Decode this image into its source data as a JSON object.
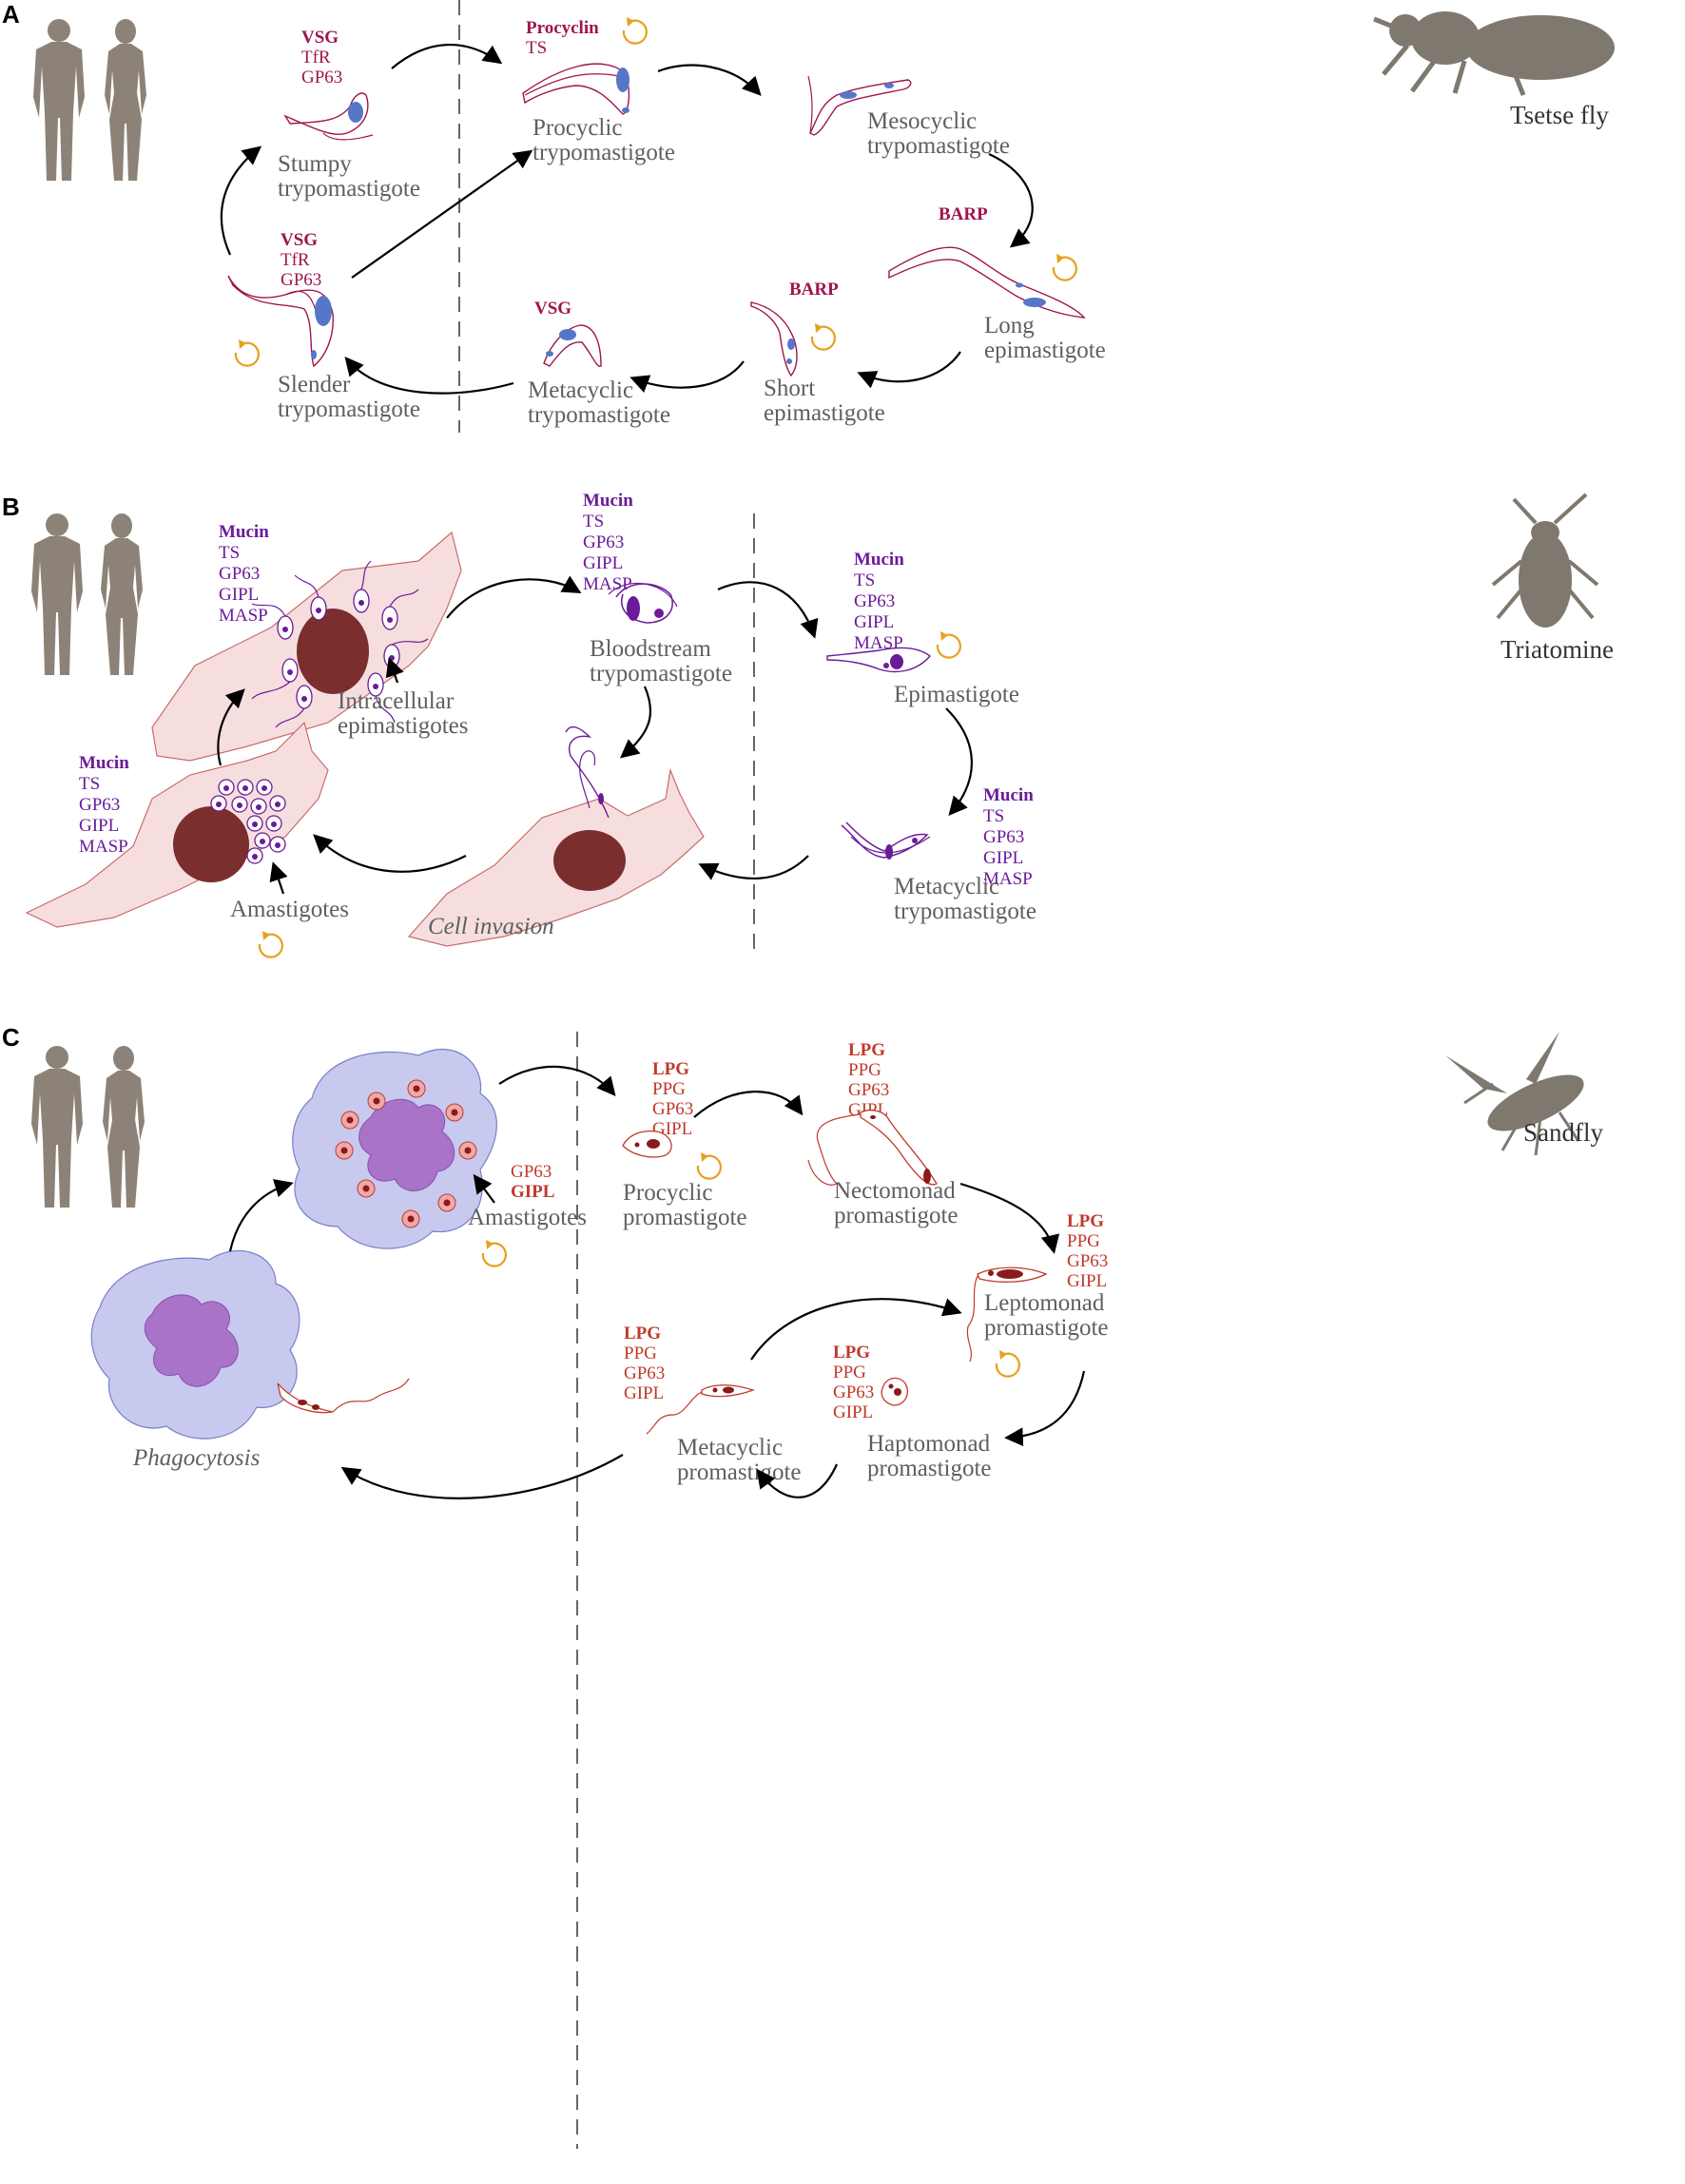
{
  "colors": {
    "trypanosoma": "#a0144e",
    "cruzi": "#6a1b9a",
    "leishmania": "#c0392b",
    "nucleus_blue": "#5577c8",
    "human": "#8c8278",
    "cell_pink": "#f6dede",
    "macrophage": "#c7c9ee",
    "macro_nucleus": "#a973c7",
    "cell_nucleus": "#7a2e2e",
    "cycle_icon": "#e8a020"
  },
  "panels": {
    "A": {
      "letter": "A",
      "host": "Tsetse fly",
      "stages": {
        "stumpy": [
          "Stumpy",
          "trypomastigote"
        ],
        "procyclic": [
          "Procyclic",
          "trypomastigote"
        ],
        "mesocyclic": [
          "Mesocyclic",
          "trypomastigote"
        ],
        "long_epi": [
          "Long",
          "epimastigote"
        ],
        "short_epi": [
          "Short",
          "epimastigote"
        ],
        "metacyclic": [
          "Metacyclic",
          "trypomastigote"
        ],
        "slender": [
          "Slender",
          "trypomastigote"
        ]
      },
      "proteins": {
        "stumpy": {
          "bold": "VSG",
          "rest": [
            "TfR",
            "GP63"
          ]
        },
        "procyclic": {
          "bold": "Procyclin",
          "rest": [
            "TS"
          ]
        },
        "long_epi": {
          "bold": "BARP",
          "rest": []
        },
        "short_epi": {
          "bold": "BARP",
          "rest": []
        },
        "metacyclic": {
          "bold": "VSG",
          "rest": []
        },
        "slender": {
          "bold": "VSG",
          "rest": [
            "TfR",
            "GP63"
          ]
        }
      }
    },
    "B": {
      "letter": "B",
      "host": "Triatomine",
      "stages": {
        "intracellular": [
          "Intracellular",
          "epimastigotes"
        ],
        "bloodstream": [
          "Bloodstream",
          "trypomastigote"
        ],
        "epimastigote": [
          "Epimastigote"
        ],
        "metacyclic": [
          "Metacyclic",
          "trypomastigote"
        ],
        "amastigotes": [
          "Amastigotes"
        ],
        "invasion": "Cell invasion"
      },
      "proteins": {
        "intracellular": {
          "bold": "Mucin",
          "rest": [
            "TS",
            "GP63",
            "GIPL",
            "MASP"
          ]
        },
        "bloodstream": {
          "bold": "Mucin",
          "rest": [
            "TS",
            "GP63",
            "GIPL",
            "MASP"
          ]
        },
        "epimastigote": {
          "bold": "Mucin",
          "rest": [
            "TS",
            "GP63",
            "GIPL",
            "MASP"
          ]
        },
        "metacyclic": {
          "bold": "Mucin",
          "rest": [
            "TS",
            "GP63",
            "GIPL",
            "MASP"
          ]
        },
        "amastigotes": {
          "bold": "Mucin",
          "rest": [
            "TS",
            "GP63",
            "GIPL",
            "MASP"
          ]
        }
      }
    },
    "C": {
      "letter": "C",
      "host": "Sandfly",
      "stages": {
        "amastigotes": [
          "Amastigotes"
        ],
        "procyclic": [
          "Procyclic",
          "promastigote"
        ],
        "nectomonad": [
          "Nectomonad",
          "promastigote"
        ],
        "leptomonad": [
          "Leptomonad",
          "promastigote"
        ],
        "haptomonad": [
          "Haptomonad",
          "promastigote"
        ],
        "metacyclic": [
          "Metacyclic",
          "promastigote"
        ],
        "phagocytosis": "Phagocytosis"
      },
      "proteins": {
        "amastigotes": {
          "top": "GP63",
          "bold": "GIPL"
        },
        "procyclic": {
          "bold": "LPG",
          "rest": [
            "PPG",
            "GP63",
            "GIPL"
          ]
        },
        "nectomonad": {
          "bold": "LPG",
          "rest": [
            "PPG",
            "GP63",
            "GIPL"
          ]
        },
        "leptomonad": {
          "bold": "LPG",
          "rest": [
            "PPG",
            "GP63",
            "GIPL"
          ]
        },
        "haptomonad": {
          "bold": "LPG",
          "rest": [
            "PPG",
            "GP63",
            "GIPL"
          ]
        },
        "metacyclic": {
          "bold": "LPG",
          "rest": [
            "PPG",
            "GP63",
            "GIPL"
          ]
        }
      }
    }
  }
}
